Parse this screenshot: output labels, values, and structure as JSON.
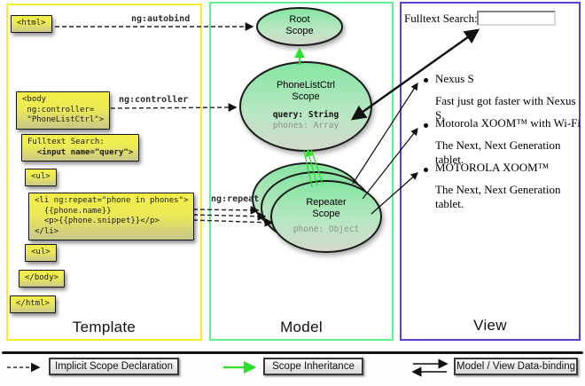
{
  "panels": {
    "template": {
      "title": "Template"
    },
    "model": {
      "title": "Model"
    },
    "view": {
      "title": "View"
    }
  },
  "template_code": {
    "html_open": "<html>",
    "body_open": "<body\n ng:controller=\n \"PhoneListCtrl\">",
    "fulltext_line1": "Fulltext Search:",
    "fulltext_line2": "  <input name=\"query\">",
    "ul_open": "<ul>",
    "li_repeat": "<li ng:repeat=\"phone in phones\">\n  {{phone.name}}\n  <p>{{phone.snippet}}</p>\n</li>",
    "ul_second": "<ul>",
    "body_close": "</body>",
    "html_close": "</html>"
  },
  "arrow_labels": {
    "autobind": "ng:autobind",
    "controller": "ng:controller",
    "repeat": "ng:repeat"
  },
  "scopes": {
    "root": {
      "line1": "Root",
      "line2": "Scope"
    },
    "phonelist": {
      "line1": "PhoneListCtrl",
      "line2": "Scope",
      "prop1": "query: String",
      "prop2": "phones: Array"
    },
    "repeater": {
      "line1": "Repeater",
      "line2": "Scope",
      "prop1": "phone: Object"
    }
  },
  "view": {
    "search_label": "Fulltext Search:",
    "search_value": "",
    "items": [
      {
        "title": "Nexus S",
        "desc": "Fast just got faster with Nexus S."
      },
      {
        "title": "Motorola XOOM™ with Wi-Fi",
        "desc": "The Next, Next Generation tablet."
      },
      {
        "title": "MOTOROLA XOOM™",
        "desc": "The Next, Next Generation tablet."
      }
    ]
  },
  "legend": {
    "implicit": "Implicit Scope Declaration",
    "inheritance": "Scope Inheritance",
    "binding": "Model / View Data-binding"
  },
  "colors": {
    "template_border": "#f2ef2a",
    "model_border": "#5ef093",
    "view_border": "#5443d6",
    "inheritance_arrow": "#28e228",
    "codebox_top": "#f3ef47",
    "scope_fill_top": "#84e5a1"
  }
}
